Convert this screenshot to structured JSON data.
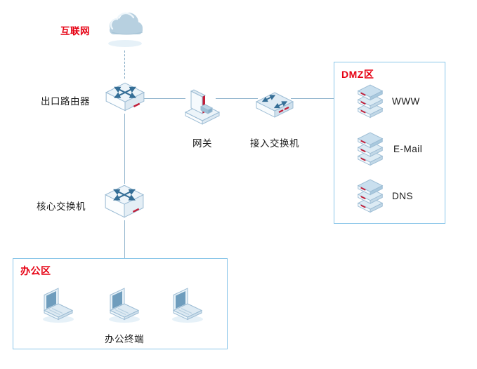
{
  "diagram": {
    "internet": {
      "label": "互联网"
    },
    "exit_router": {
      "label": "出口路由器"
    },
    "gateway": {
      "label": "网关"
    },
    "access_switch": {
      "label": "接入交换机"
    },
    "core_switch": {
      "label": "核心交换机"
    },
    "dmz": {
      "title": "DMZ区",
      "servers": [
        {
          "label": "WWW"
        },
        {
          "label": "E-Mail"
        },
        {
          "label": "DNS"
        }
      ]
    },
    "office": {
      "title": "办公区",
      "terminals_label": "办公终端"
    },
    "colors": {
      "zone_title_red": "#e60012",
      "zone_border_blue": "#8ac6e9",
      "connector_blue": "#8fb3cc",
      "icon_blue_dark": "#356e96",
      "icon_blue_mid": "#b7d0e0",
      "accent_red": "#c21f3a",
      "label_black": "#1a1a1a"
    }
  }
}
